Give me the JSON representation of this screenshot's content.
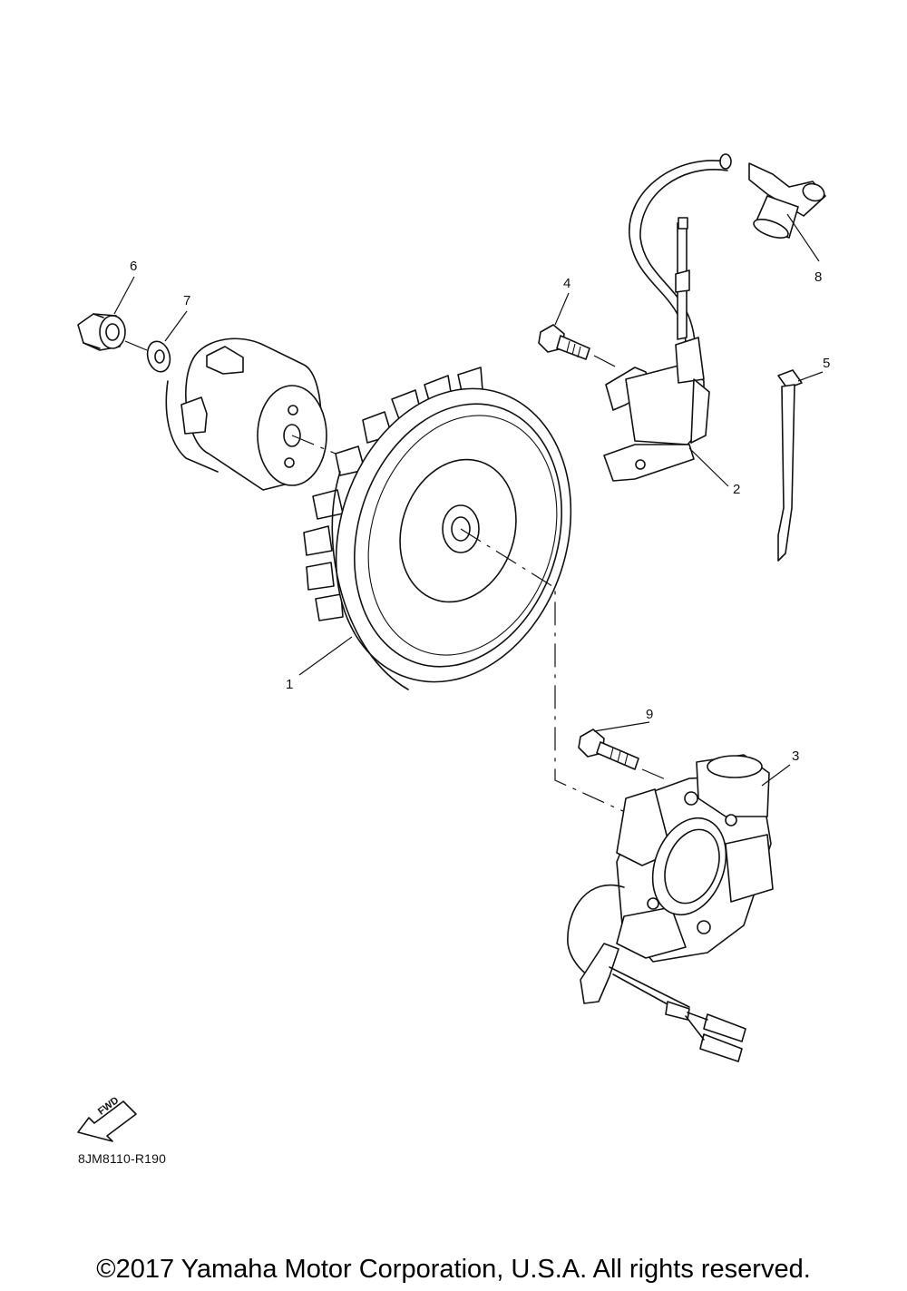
{
  "diagram": {
    "part_numbers": {
      "p1": "1",
      "p2": "2",
      "p3": "3",
      "p4": "4",
      "p5": "5",
      "p6": "6",
      "p7": "7",
      "p8": "8",
      "p9": "9"
    },
    "fwd_label": "FWD",
    "drawing_code": "8JM8110-R190"
  },
  "footer": {
    "copyright": "©2017 Yamaha Motor Corporation, U.S.A. All rights reserved."
  }
}
